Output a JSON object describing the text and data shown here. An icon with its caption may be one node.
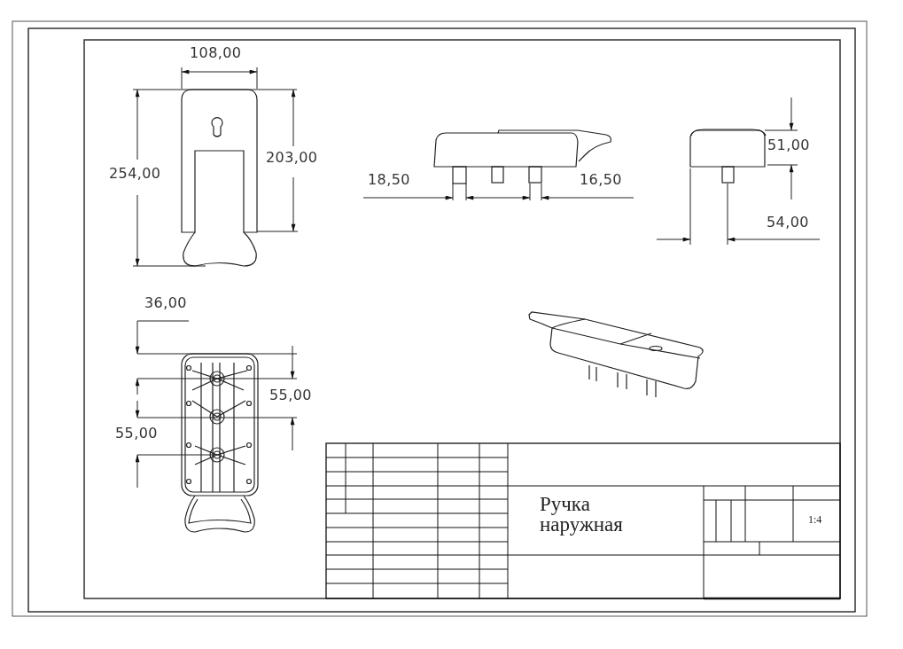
{
  "diagram": {
    "labels": [
      "108,00",
      "254,00",
      "203,00",
      "18,50",
      "16,50",
      "51,00",
      "54,00",
      "36,00",
      "55,00",
      "55,00",
      "Ручка наружная",
      "1:4"
    ]
  }
}
